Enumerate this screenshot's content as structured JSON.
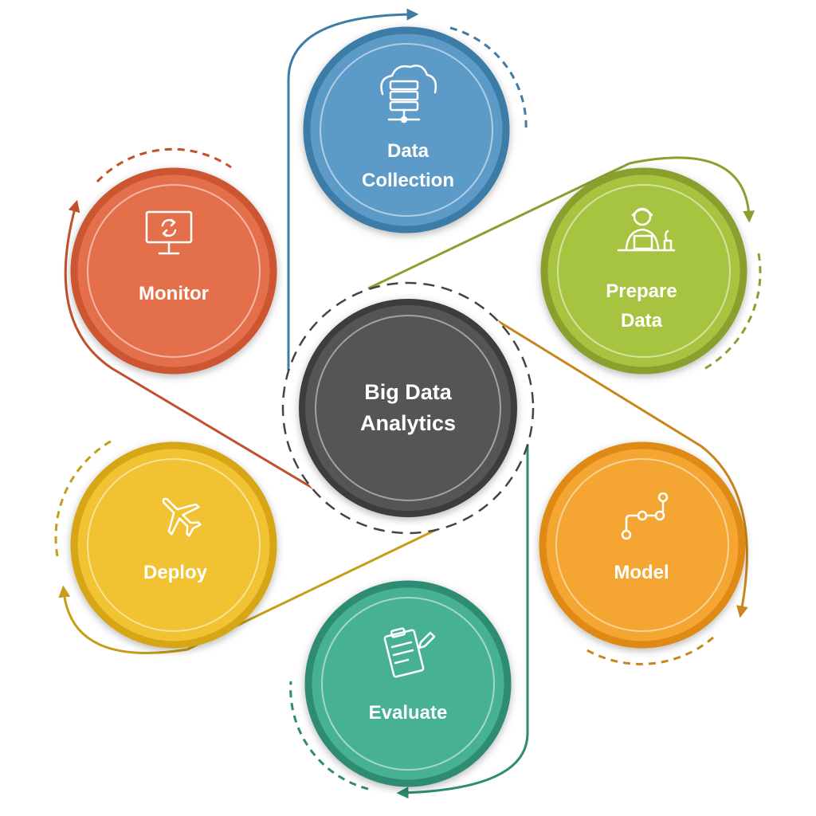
{
  "center": {
    "line1": "Big Data",
    "line2": "Analytics",
    "color": "#555555"
  },
  "nodes": [
    {
      "id": "data-collection",
      "line1": "Data",
      "line2": "Collection",
      "icon": "cloud-server-icon",
      "color": "#5B9BC8"
    },
    {
      "id": "prepare-data",
      "line1": "Prepare",
      "line2": "Data",
      "icon": "person-at-desk-icon",
      "color": "#A7C43F"
    },
    {
      "id": "model",
      "line1": "Model",
      "line2": "",
      "icon": "connected-nodes-icon",
      "color": "#F5A531"
    },
    {
      "id": "evaluate",
      "line1": "Evaluate",
      "line2": "",
      "icon": "clipboard-pencil-icon",
      "color": "#47B193"
    },
    {
      "id": "deploy",
      "line1": "Deploy",
      "line2": "",
      "icon": "airplane-icon",
      "color": "#F1C232"
    },
    {
      "id": "monitor",
      "line1": "Monitor",
      "line2": "",
      "icon": "monitor-refresh-icon",
      "color": "#E4704B"
    }
  ]
}
